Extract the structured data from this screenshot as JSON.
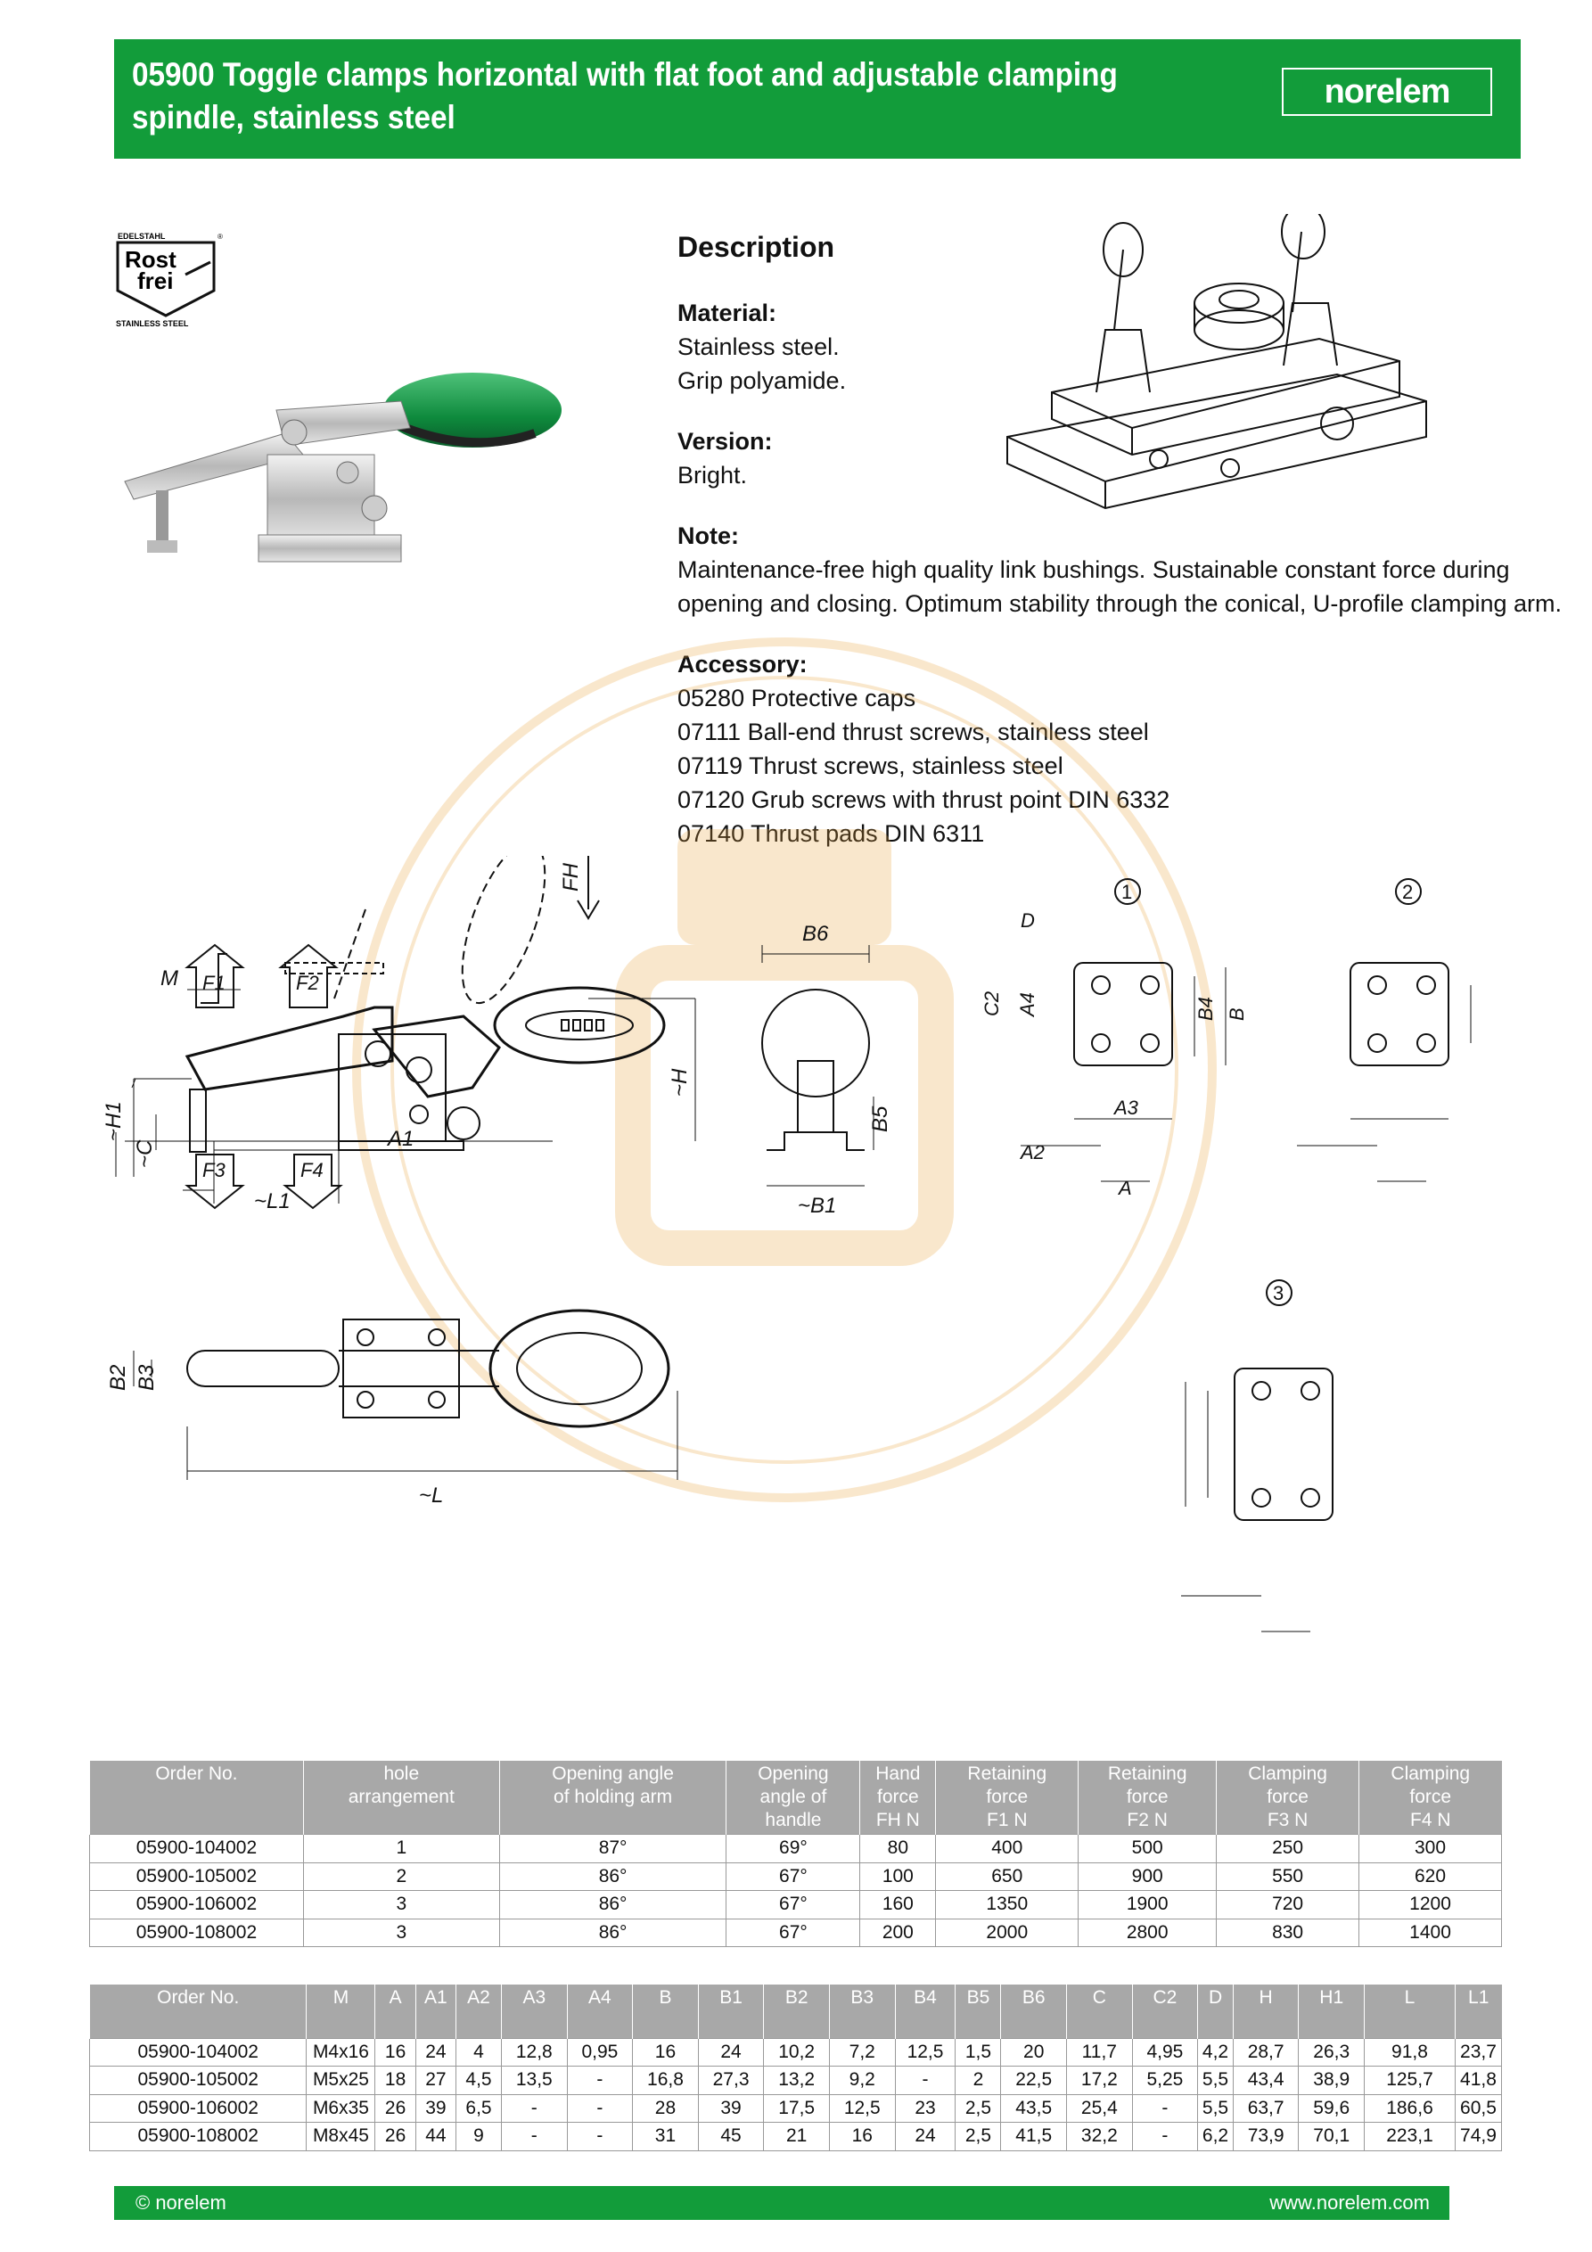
{
  "header": {
    "title": "05900 Toggle clamps horizontal with flat foot and adjustable clamping spindle, stainless steel",
    "logo": "norelem",
    "accent_color": "#129c3a"
  },
  "badge": {
    "top": "EDELSTAHL",
    "line1": "Rost",
    "line2": "frei",
    "bottom": "STAINLESS STEEL"
  },
  "description": {
    "heading": "Description",
    "material_label": "Material:",
    "material_lines": [
      "Stainless steel.",
      "Grip polyamide."
    ],
    "version_label": "Version:",
    "version_lines": [
      "Bright."
    ],
    "note_label": "Note:",
    "note_lines": [
      "Maintenance-free high quality link bushings. Sustainable constant force during",
      "opening and closing. Optimum stability through the conical, U-profile clamping arm."
    ],
    "accessory_label": "Accessory:",
    "accessory_lines": [
      "05280 Protective caps",
      "07111 Ball-end thrust screws, stainless steel",
      "07119 Thrust screws, stainless steel",
      "07120 Grub screws with thrust point DIN 6332",
      "07140 Thrust pads DIN 6311"
    ]
  },
  "drawing_labels": {
    "f1": "F1",
    "f2": "F2",
    "f3": "F3",
    "f4": "F4",
    "fh": "FH",
    "m": "M",
    "h1": "~H1",
    "c": "~C",
    "h": "~H",
    "a1": "A1",
    "l1": "~L1",
    "b6": "B6",
    "b5": "B5",
    "b1": "~B1",
    "b2": "B2",
    "b3": "B3",
    "l": "~L",
    "d": "D",
    "c2": "C2",
    "a4": "A4",
    "a3": "A3",
    "a2": "A2",
    "a": "A",
    "b4": "B4",
    "b": "B",
    "n1": "1",
    "n2": "2",
    "n3": "3"
  },
  "table1": {
    "headers": [
      [
        "Order No."
      ],
      [
        "hole",
        "arrangement"
      ],
      [
        "Opening angle",
        "of holding arm"
      ],
      [
        "Opening",
        "angle of",
        "handle"
      ],
      [
        "Hand",
        "force",
        "FH N"
      ],
      [
        "Retaining",
        "force",
        "F1 N"
      ],
      [
        "Retaining",
        "force",
        "F2 N"
      ],
      [
        "Clamping",
        "force",
        "F3 N"
      ],
      [
        "Clamping",
        "force",
        "F4 N"
      ]
    ],
    "rows": [
      [
        "05900-104002",
        "1",
        "87°",
        "69°",
        "80",
        "400",
        "500",
        "250",
        "300"
      ],
      [
        "05900-105002",
        "2",
        "86°",
        "67°",
        "100",
        "650",
        "900",
        "550",
        "620"
      ],
      [
        "05900-106002",
        "3",
        "86°",
        "67°",
        "160",
        "1350",
        "1900",
        "720",
        "1200"
      ],
      [
        "05900-108002",
        "3",
        "86°",
        "67°",
        "200",
        "2000",
        "2800",
        "830",
        "1400"
      ]
    ]
  },
  "table2": {
    "headers": [
      "Order No.",
      "M",
      "A",
      "A1",
      "A2",
      "A3",
      "A4",
      "B",
      "B1",
      "B2",
      "B3",
      "B4",
      "B5",
      "B6",
      "C",
      "C2",
      "D",
      "H",
      "H1",
      "L",
      "L1"
    ],
    "rows": [
      [
        "05900-104002",
        "M4x16",
        "16",
        "24",
        "4",
        "12,8",
        "0,95",
        "16",
        "24",
        "10,2",
        "7,2",
        "12,5",
        "1,5",
        "20",
        "11,7",
        "4,95",
        "4,2",
        "28,7",
        "26,3",
        "91,8",
        "23,7"
      ],
      [
        "05900-105002",
        "M5x25",
        "18",
        "27",
        "4,5",
        "13,5",
        "-",
        "16,8",
        "27,3",
        "13,2",
        "9,2",
        "-",
        "2",
        "22,5",
        "17,2",
        "5,25",
        "5,5",
        "43,4",
        "38,9",
        "125,7",
        "41,8"
      ],
      [
        "05900-106002",
        "M6x35",
        "26",
        "39",
        "6,5",
        "-",
        "-",
        "28",
        "39",
        "17,5",
        "12,5",
        "23",
        "2,5",
        "43,5",
        "25,4",
        "-",
        "5,5",
        "63,7",
        "59,6",
        "186,6",
        "60,5"
      ],
      [
        "05900-108002",
        "M8x45",
        "26",
        "44",
        "9",
        "-",
        "-",
        "31",
        "45",
        "21",
        "16",
        "24",
        "2,5",
        "41,5",
        "32,2",
        "-",
        "6,2",
        "73,9",
        "70,1",
        "223,1",
        "74,9"
      ]
    ]
  },
  "footer": {
    "left": "© norelem",
    "right": "www.norelem.com"
  }
}
